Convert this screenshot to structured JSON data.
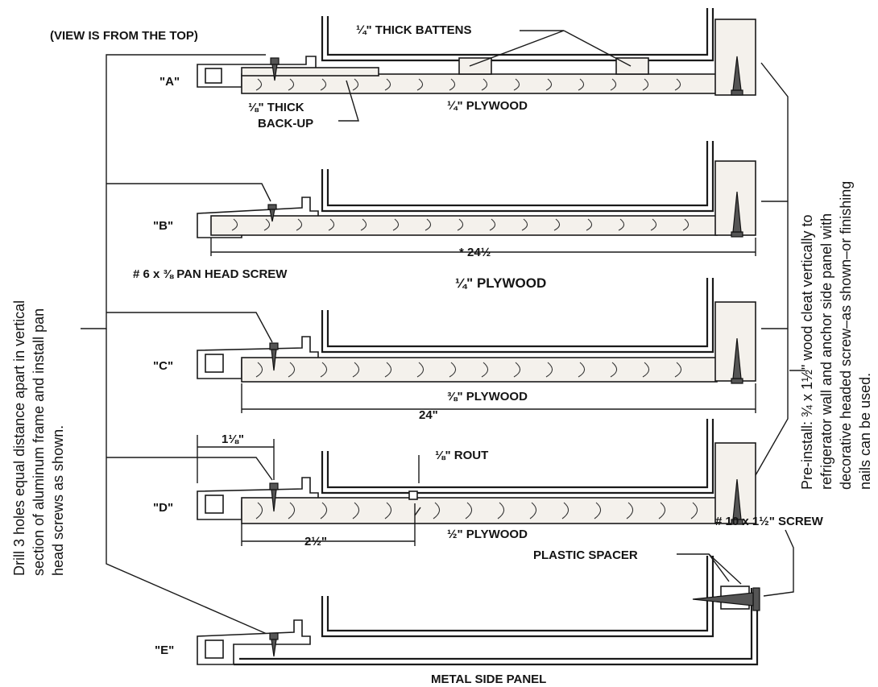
{
  "title": "(VIEW IS FROM THE TOP)",
  "labels": {
    "battens": "¼\" THICK BATTENS",
    "backup_line1": "⅛\" THICK",
    "backup_line2": "BACK-UP",
    "plywood_a": "¼\" PLYWOOD",
    "dim_b": "* 24½",
    "pan_screw": "# 6 x ⅜ PAN HEAD SCREW",
    "plywood_b": "¼\" PLYWOOD",
    "plywood_c": "⅜\" PLYWOOD",
    "dim_c": "24\"",
    "dim_d_left": "1⅛\"",
    "rout": "⅛\" ROUT",
    "dim_d_bottom": "2½\"",
    "plywood_d": "½\" PLYWOOD",
    "screw_10": "# 10 x 1½\" SCREW",
    "spacer": "PLASTIC SPACER",
    "metal_panel": "METAL SIDE PANEL"
  },
  "sections": {
    "a": "\"A\"",
    "b": "\"B\"",
    "c": "\"C\"",
    "d": "\"D\"",
    "e": "\"E\""
  },
  "left_note": [
    "Drill 3 holes equal distance apart in vertical",
    "section of aluminum frame and install pan",
    "head screws as shown."
  ],
  "right_note": [
    "Pre-install: ¾ x 1½\" wood cleat vertically to",
    "refrigerator wall and anchor side panel with",
    "decorative headed screw–as shown–or finishing",
    "nails can be used."
  ]
}
